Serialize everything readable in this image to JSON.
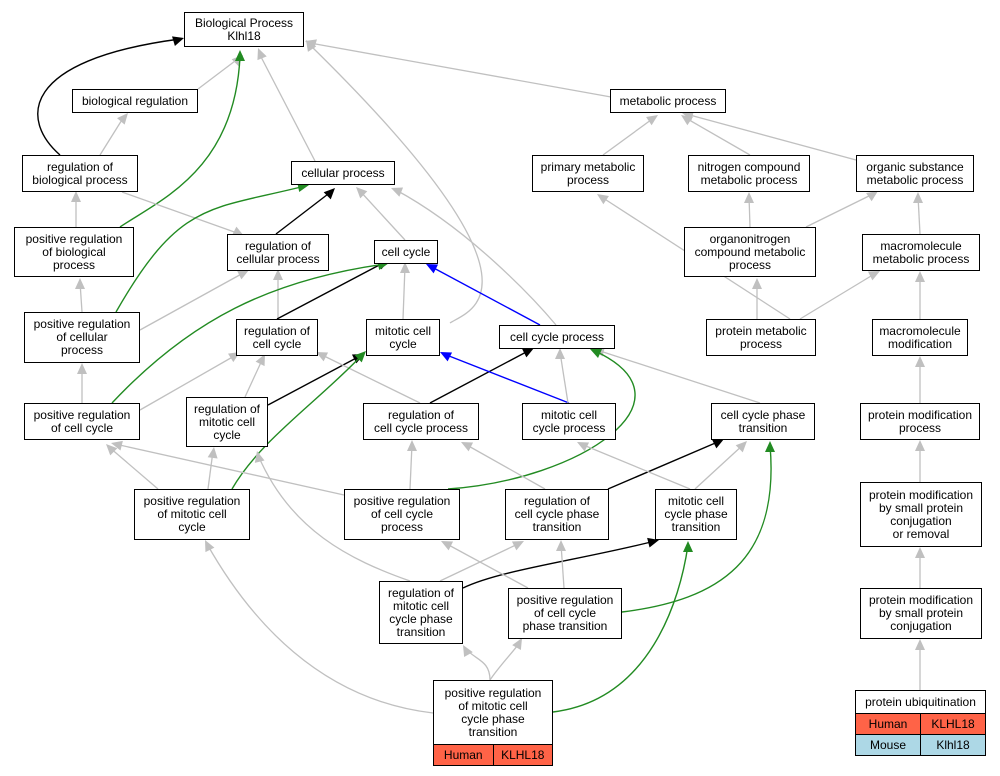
{
  "colors": {
    "gray": "#c0c0c0",
    "black": "#000000",
    "green": "#228b22",
    "blue": "#0000ff",
    "human": "#ff6347",
    "mouse": "#add8e6"
  },
  "nodes": {
    "bp": "Biological Process\nKlhl18",
    "bioreg": "biological regulation",
    "regbio": "regulation of\nbiological process",
    "posregbio": "positive regulation\nof biological\nprocess",
    "cellproc": "cellular process",
    "regcell": "regulation of\ncellular process",
    "posregcell": "positive regulation\nof cellular\nprocess",
    "cellcycle": "cell cycle",
    "regcc": "regulation of\ncell cycle",
    "mitcc": "mitotic cell\ncycle",
    "ccproc": "cell cycle process",
    "posregcc": "positive regulation\nof cell cycle",
    "regmitcc": "regulation of\nmitotic cell\ncycle",
    "regccproc": "regulation of\ncell cycle process",
    "mitccproc": "mitotic cell\ncycle process",
    "ccphase": "cell cycle phase\ntransition",
    "posregmitcc": "positive regulation\nof mitotic cell\ncycle",
    "posregccproc": "positive regulation\nof cell cycle\nprocess",
    "regccphase": "regulation of\ncell cycle phase\ntransition",
    "mitccphase": "mitotic cell\ncycle phase\ntransition",
    "regmitccphase": "regulation of\nmitotic cell\ncycle phase\ntransition",
    "posregccphase": "positive regulation\nof cell cycle\nphase transition",
    "metab": "metabolic process",
    "primmetab": "primary metabolic\nprocess",
    "nitro": "nitrogen compound\nmetabolic process",
    "orgsub": "organic substance\nmetabolic process",
    "organo": "organonitrogen\ncompound metabolic\nprocess",
    "macromet": "macromolecule\nmetabolic process",
    "protmet": "protein metabolic\nprocess",
    "macromod": "macromolecule\nmodification",
    "protmod": "protein modification\nprocess",
    "protmodsmall": "protein modification\nby small protein\nconjugation\nor removal",
    "protmodconj": "protein modification\nby small protein\nconjugation"
  },
  "tables": {
    "posregmitccphase": {
      "title": "positive regulation\nof mitotic cell\ncycle phase\ntransition",
      "rows": [
        [
          "Human",
          "KLHL18"
        ]
      ]
    },
    "protubiq": {
      "title": "protein ubiquitination",
      "rows": [
        [
          "Human",
          "KLHL18"
        ],
        [
          "Mouse",
          "Klhl18"
        ]
      ]
    }
  }
}
